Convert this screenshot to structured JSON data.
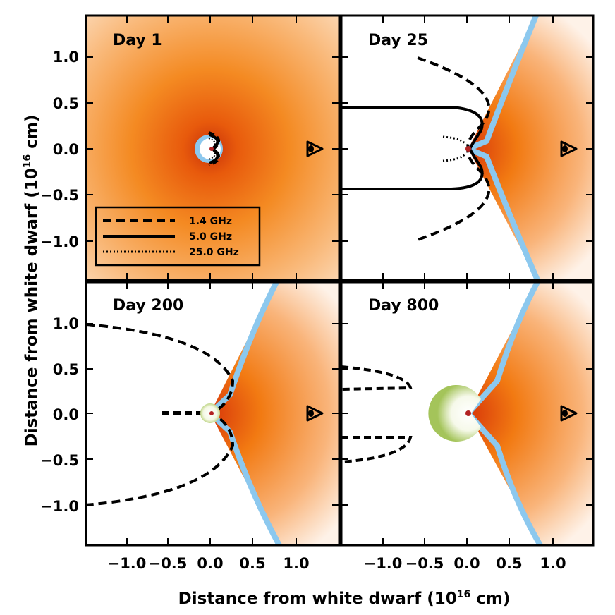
{
  "figure": {
    "xlabel": "Distance from white dwarf (10",
    "xlabel_sup": "16",
    "xlabel_end": " cm)",
    "ylabel": "Distance from white dwarf (10",
    "ylabel_sup": "16",
    "ylabel_end": " cm)"
  },
  "panels": [
    {
      "day": "Day 1"
    },
    {
      "day": "Day 25"
    },
    {
      "day": "Day 200"
    },
    {
      "day": "Day 800"
    }
  ],
  "ticks": {
    "y": [
      "1.0",
      "0.5",
      "0.0",
      "−0.5",
      "−1.0"
    ],
    "x_left": [
      "−1.0",
      "−0.5",
      "0.0",
      "0.5",
      "1.0"
    ],
    "x_right": [
      "−1.0",
      "−0.5",
      "0.0",
      "0.5",
      "1.0"
    ]
  },
  "legend": {
    "items": [
      {
        "label": "1.4 GHz",
        "style": "dashed"
      },
      {
        "label": "5.0 GHz",
        "style": "solid"
      },
      {
        "label": "25.0 GHz",
        "style": "dotted"
      }
    ]
  },
  "colors": {
    "wind": "#f07a10",
    "wind_inner": "#d8400a",
    "shell_blue": "#7ec0ec",
    "shell_green": "#b6cf78",
    "star": "#b22222",
    "contour": "#000000"
  },
  "icons": [
    "observer-eye-icon"
  ]
}
